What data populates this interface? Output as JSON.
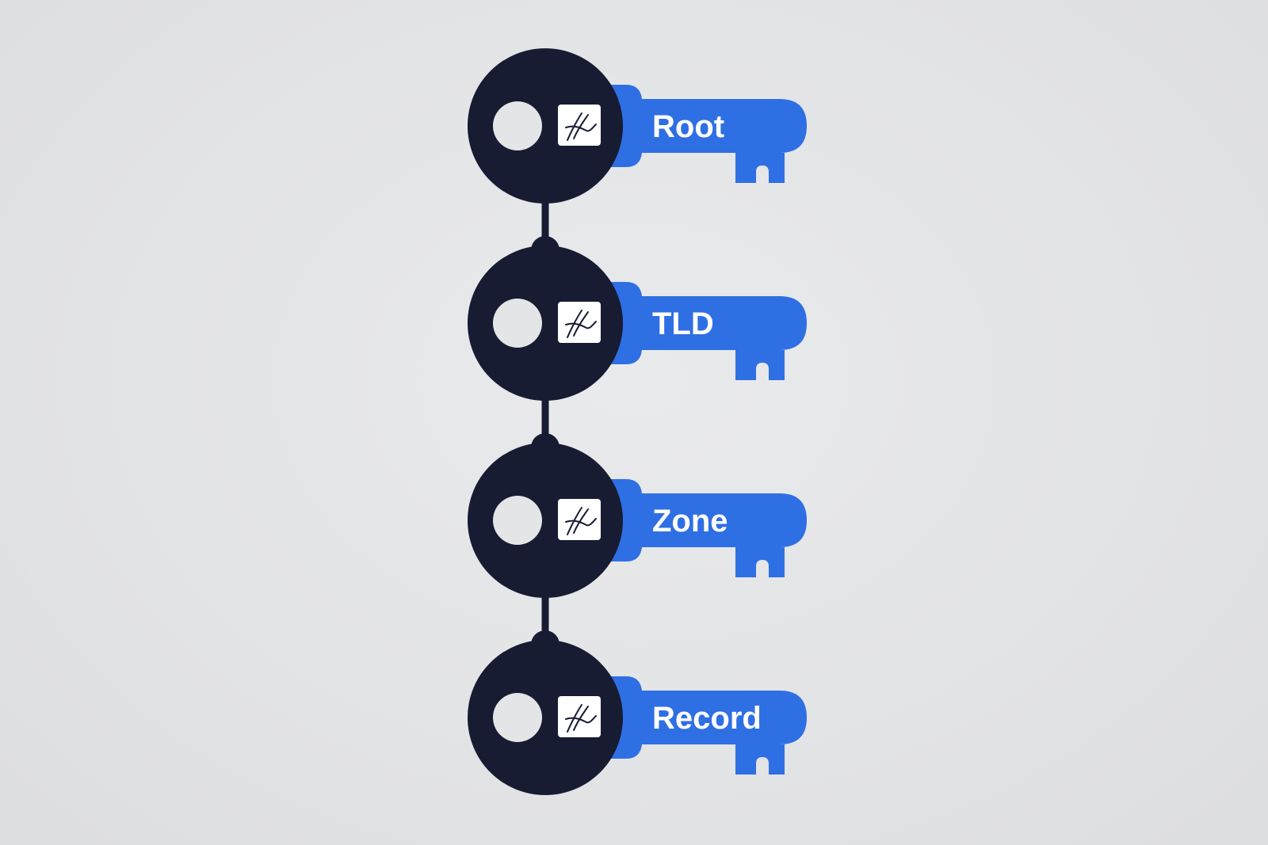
{
  "colors": {
    "background": "#e4e5e7",
    "node": "#171c33",
    "key": "#2f6fe4",
    "label_text": "#ffffff",
    "signature_card": "#ffffff"
  },
  "icons": {
    "node": "key-bow-icon",
    "hole": "keyhole-ring-icon",
    "signature": "signature-card-icon",
    "key": "key-blade-icon"
  },
  "chain": {
    "levels": [
      {
        "label": "Root"
      },
      {
        "label": "TLD"
      },
      {
        "label": "Zone"
      },
      {
        "label": "Record"
      }
    ]
  }
}
